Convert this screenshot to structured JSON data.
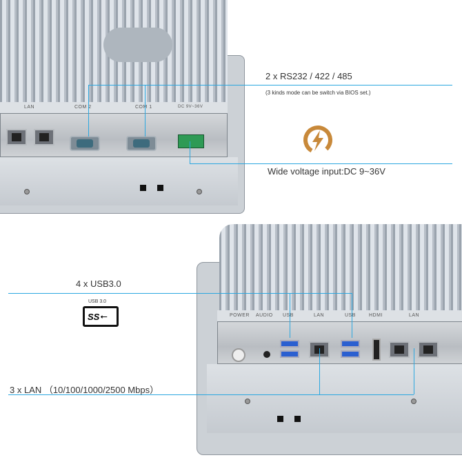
{
  "top_device": {
    "port_labels": [
      "LAN",
      "COM 2",
      "COM 1",
      "DC 9V~36V"
    ]
  },
  "bottom_device": {
    "port_labels": [
      "POWER",
      "AUDIO",
      "USB",
      "LAN",
      "USB",
      "HDMI",
      "LAN"
    ]
  },
  "callouts": {
    "serial": {
      "title": "2 x RS232 / 422 / 485",
      "note": "(3 kinds mode can be switch via BIOS set.)"
    },
    "power": {
      "title": "Wide voltage input:DC 9~36V",
      "icon": "lightning-icon",
      "icon_color": "#c8893a"
    },
    "usb": {
      "title": "4 x USB3.0",
      "badge_label": "USB 3.0",
      "badge_text": "SS"
    },
    "lan": {
      "title": "3 x LAN （10/100/1000/2500 Mbps）"
    }
  },
  "colors": {
    "callout_line": "#2aa7e0"
  }
}
